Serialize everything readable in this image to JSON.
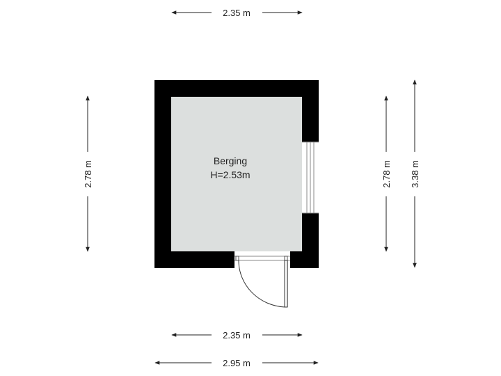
{
  "room": {
    "name": "Berging",
    "height": "H=2.53m"
  },
  "dimensions": {
    "top_width": "2.35 m",
    "bottom_inner_width": "2.35 m",
    "bottom_outer_width": "2.95 m",
    "left_height": "2.78 m",
    "right_inner_height": "2.78 m",
    "right_outer_height": "3.38 m"
  }
}
